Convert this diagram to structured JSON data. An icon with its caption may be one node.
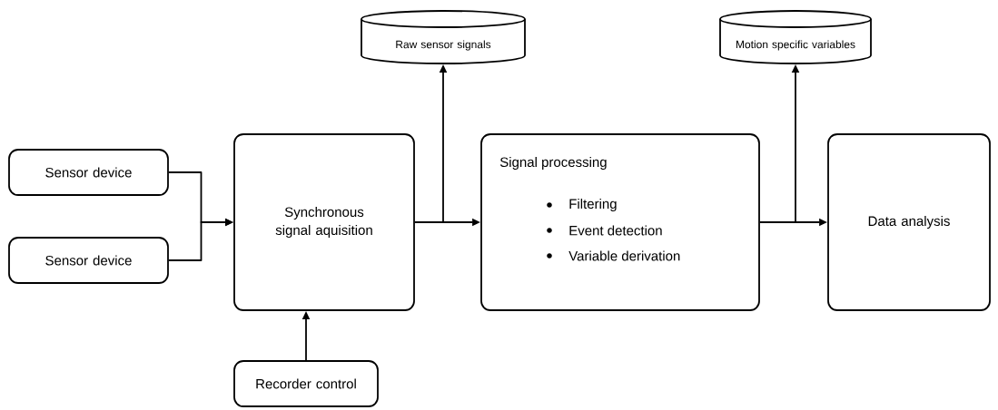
{
  "diagram": {
    "nodes": [
      {
        "text": [
          "Sensor device"
        ]
      },
      {
        "text": [
          "Sensor device"
        ]
      },
      {
        "text": [
          "Synchronous signal aquisition"
        ]
      },
      {
        "text": [
          "Recorder control"
        ]
      },
      {
        "text": [
          "Raw sensor signals"
        ]
      },
      {
        "text": [
          "Signal processing",
          "Filtering",
          "Event detection",
          "Variable derivation"
        ]
      },
      {
        "text": [
          "Motion specific variables"
        ]
      },
      {
        "text": [
          "Data analysis"
        ]
      }
    ],
    "edges": [
      {
        "from": 0,
        "to": 2,
        "arrow": "to"
      },
      {
        "from": 1,
        "to": 2,
        "arrow": "to"
      },
      {
        "from": 3,
        "to": 2,
        "arrow": "to"
      },
      {
        "from": 2,
        "to": 4,
        "arrow": "to"
      },
      {
        "from": 2,
        "to": 5,
        "arrow": "to"
      },
      {
        "from": 5,
        "to": 6,
        "arrow": "to"
      },
      {
        "from": 5,
        "to": 7,
        "arrow": "to"
      }
    ]
  }
}
